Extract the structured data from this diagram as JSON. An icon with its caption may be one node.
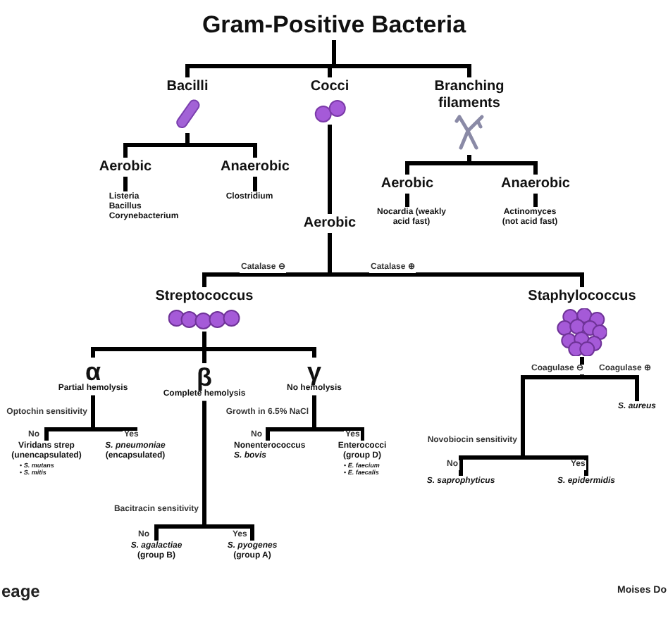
{
  "diagram": {
    "nodes": [
      {
        "text": [
          "Gram-Positive Bacteria"
        ]
      },
      {
        "text": [
          "Bacilli"
        ]
      },
      {
        "text": [
          "Cocci"
        ]
      },
      {
        "text": [
          "Branching filaments"
        ]
      },
      {
        "text": [
          "Aerobic"
        ]
      },
      {
        "text": [
          "Anaerobic"
        ]
      },
      {
        "text": [
          "Listeria",
          "Bacillus",
          "Corynebacterium"
        ]
      },
      {
        "text": [
          "Clostridium"
        ]
      },
      {
        "text": [
          "Aerobic"
        ]
      },
      {
        "text": [
          "Anaerobic"
        ]
      },
      {
        "text": [
          "Nocardia (weakly acid fast)"
        ]
      },
      {
        "text": [
          "Actinomyces (not acid fast)"
        ]
      },
      {
        "text": [
          "Aerobic"
        ]
      },
      {
        "text": [
          "Streptococcus"
        ]
      },
      {
        "text": [
          "Staphylococcus"
        ]
      },
      {
        "text": [
          "α",
          "Partial hemolysis"
        ]
      },
      {
        "text": [
          "β",
          "Complete hemolysis"
        ]
      },
      {
        "text": [
          "γ",
          "No hemolysis"
        ]
      },
      {
        "text": [
          "Viridans strep (unencapsulated)",
          "• *S. mutans*",
          "• *S. mitis*"
        ]
      },
      {
        "text": [
          "*S. pneumoniae* (encapsulated)"
        ]
      },
      {
        "text": [
          "Nonenterococcus *S. bovis*"
        ]
      },
      {
        "text": [
          "Enterococci (group D)",
          "• *E. faecium*",
          "• *E. faecalis*"
        ]
      },
      {
        "text": [
          "*S. agalactiae* (group B)"
        ]
      },
      {
        "text": [
          "*S. pyogenes* (group A)"
        ]
      },
      {
        "text": [
          "S. aureus"
        ]
      },
      {
        "text": [
          "S. saprophyticus"
        ]
      },
      {
        "text": [
          "S. epidermidis"
        ]
      }
    ],
    "edges": [
      {
        "from": 0,
        "to": 1,
        "arrow": "none"
      },
      {
        "from": 0,
        "to": 2,
        "arrow": "none"
      },
      {
        "from": 0,
        "to": 3,
        "arrow": "none"
      },
      {
        "from": 1,
        "to": 4,
        "arrow": "none"
      },
      {
        "from": 1,
        "to": 5,
        "arrow": "none"
      },
      {
        "from": 4,
        "to": 6,
        "arrow": "none"
      },
      {
        "from": 5,
        "to": 7,
        "arrow": "none"
      },
      {
        "from": 3,
        "to": 8,
        "arrow": "none"
      },
      {
        "from": 3,
        "to": 9,
        "arrow": "none"
      },
      {
        "from": 8,
        "to": 10,
        "arrow": "none"
      },
      {
        "from": 9,
        "to": 11,
        "arrow": "none"
      },
      {
        "from": 2,
        "to": 12,
        "arrow": "none"
      },
      {
        "from": 12,
        "to": 13,
        "arrow": "none",
        "label": "Catalase ⊖"
      },
      {
        "from": 12,
        "to": 14,
        "arrow": "none",
        "label": "Catalase ⊕"
      },
      {
        "from": 13,
        "to": 15,
        "arrow": "none"
      },
      {
        "from": 13,
        "to": 16,
        "arrow": "none"
      },
      {
        "from": 13,
        "to": 17,
        "arrow": "none"
      },
      {
        "from": 15,
        "to": 18,
        "arrow": "none",
        "label": "No"
      },
      {
        "from": 15,
        "to": 19,
        "arrow": "none",
        "label": "Yes"
      },
      {
        "from": 17,
        "to": 20,
        "arrow": "none",
        "label": "No"
      },
      {
        "from": 17,
        "to": 21,
        "arrow": "none",
        "label": "Yes"
      },
      {
        "from": 16,
        "to": 22,
        "arrow": "none",
        "label": "No"
      },
      {
        "from": 16,
        "to": 23,
        "arrow": "none",
        "label": "Yes"
      },
      {
        "from": 14,
        "to": 25,
        "arrow": "none",
        "label": "Coagulase ⊖"
      },
      {
        "from": 14,
        "to": 24,
        "arrow": "none",
        "label": "Coagulase ⊕"
      },
      {
        "from": 14,
        "to": 26,
        "arrow": "none"
      }
    ],
    "labels": [
      "Optochin sensitivity",
      "Growth in 6.5% NaCl",
      "Bacitracin sensitivity",
      "Novobiocin sensitivity",
      "No",
      "Yes",
      "eage",
      "Moises Do"
    ]
  }
}
